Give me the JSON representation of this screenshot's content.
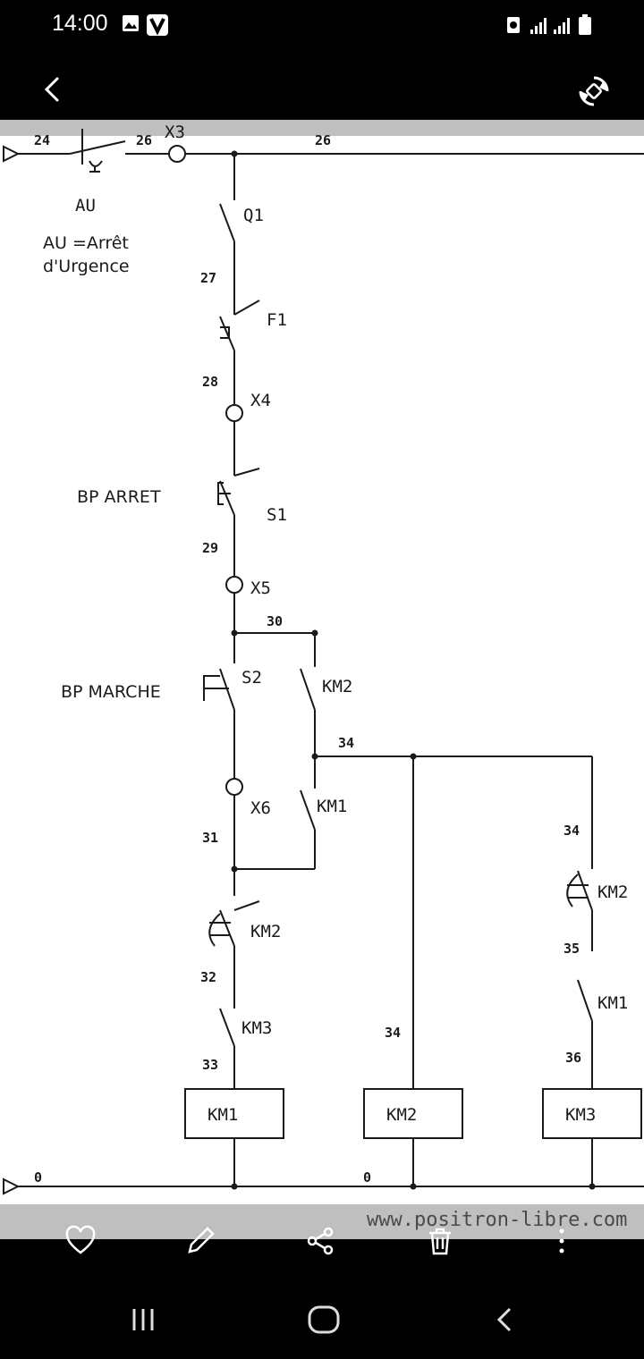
{
  "status_bar": {
    "time": "14:00",
    "icons": [
      "gallery-icon",
      "v-app-icon",
      "data-saver-icon",
      "signal-icon",
      "signal-icon",
      "battery-icon"
    ]
  },
  "top_bar": {
    "icons": [
      "back-icon",
      "auto-rotate-icon"
    ]
  },
  "diagram": {
    "wires": [
      "24",
      "26",
      "26",
      "27",
      "28",
      "29",
      "30",
      "34",
      "31",
      "34",
      "35",
      "32",
      "34",
      "36",
      "33",
      "0",
      "0"
    ],
    "terminals": [
      "X3",
      "X4",
      "X5",
      "X6"
    ],
    "devices": [
      "AU",
      "Q1",
      "F1",
      "S1",
      "S2",
      "KM2",
      "KM1",
      "KM2",
      "KM3",
      "KM2",
      "KM1"
    ],
    "coils": [
      "KM1",
      "KM2",
      "KM3"
    ],
    "notes": {
      "au_line1": "AU =Arrêt",
      "au_line2": "d'Urgence",
      "bp_arret": "BP ARRET",
      "bp_marche": "BP MARCHE"
    },
    "watermark": "www.positron-libre.com"
  },
  "action_bar": {
    "icons": [
      "heart-icon",
      "edit-pencil-icon",
      "share-icon",
      "trash-icon",
      "more-vertical-icon"
    ]
  },
  "nav_bar": {
    "icons": [
      "recent-apps-icon",
      "home-icon",
      "back-nav-icon"
    ]
  },
  "colors": {
    "background": "#000000",
    "letterbox": "#bfbfbf",
    "diagram_bg": "#ffffff",
    "ink": "#1a1a1a"
  }
}
